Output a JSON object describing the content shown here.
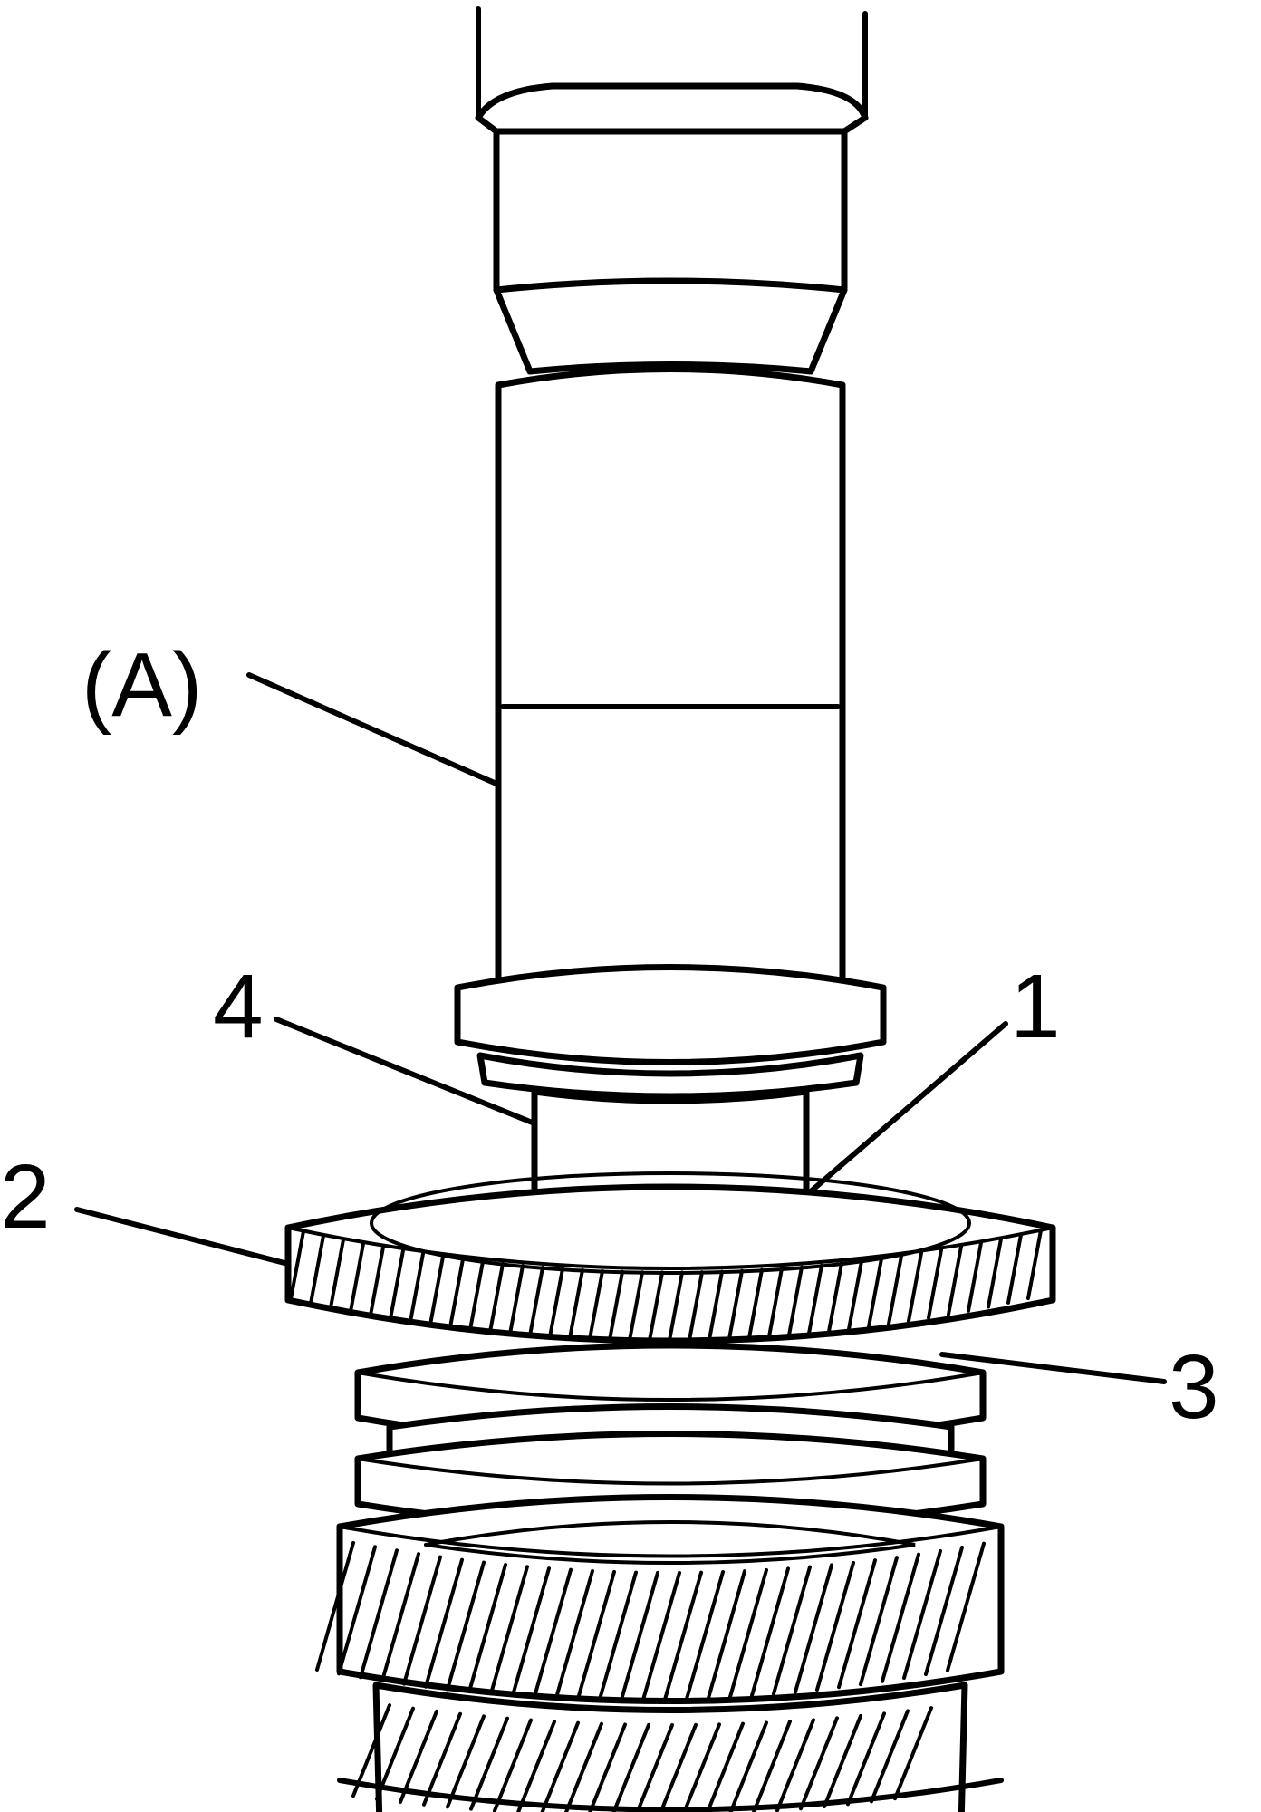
{
  "callouts": [
    {
      "id": "A",
      "text": "(A)"
    },
    {
      "id": "1",
      "text": "1"
    },
    {
      "id": "2",
      "text": "2"
    },
    {
      "id": "3",
      "text": "3"
    },
    {
      "id": "4",
      "text": "4"
    }
  ],
  "colors": {
    "ink": "#000000",
    "paper": "#ffffff"
  }
}
